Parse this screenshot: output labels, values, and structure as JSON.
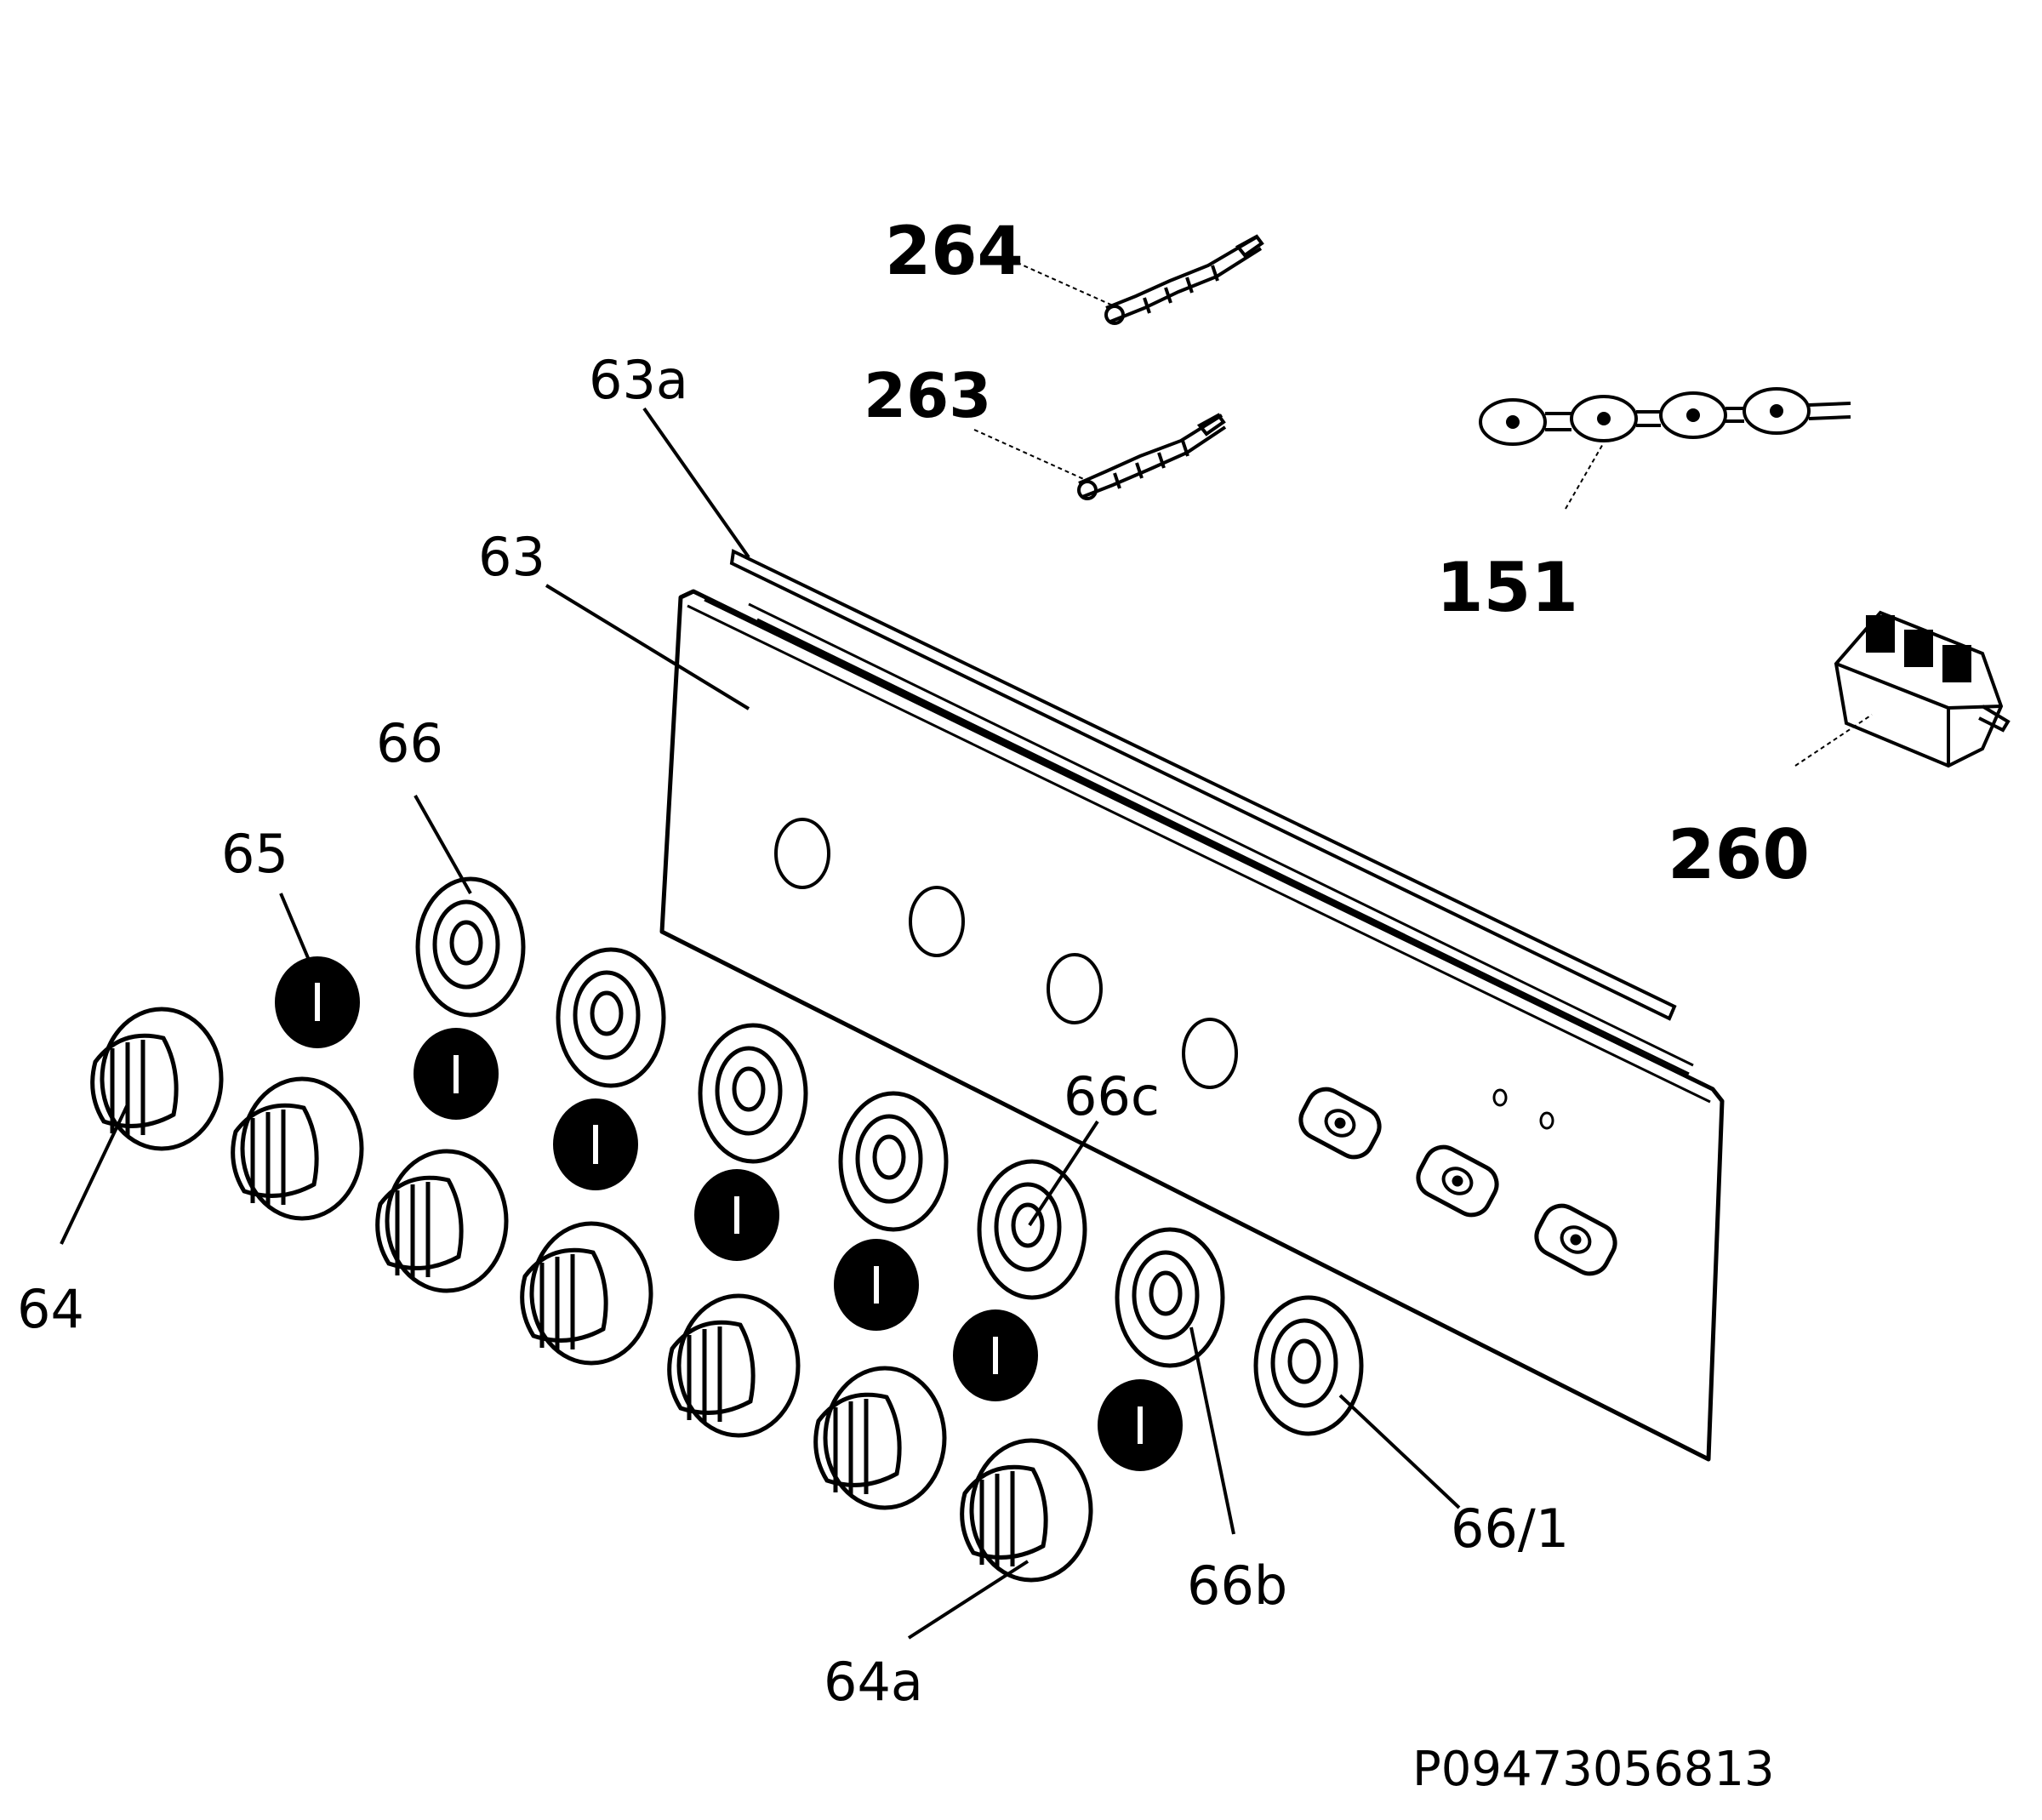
{
  "labels": {
    "l264": "264",
    "l263": "263",
    "l63a": "63a",
    "l151": "151",
    "l63": "63",
    "l260": "260",
    "l66": "66",
    "l65": "65",
    "l66c": "66c",
    "l64": "64",
    "l661": "66/1",
    "l66b": "66b",
    "l64a": "64a"
  },
  "drawing_code": "P09473056813",
  "colors": {
    "ink": "#000000",
    "paper": "#ffffff"
  }
}
